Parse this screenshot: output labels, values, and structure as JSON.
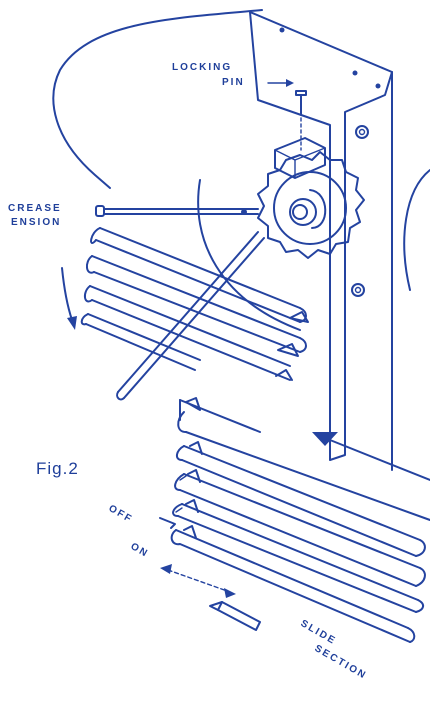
{
  "labels": {
    "locking_pin_line1": "LOCKING",
    "locking_pin_line2": "PIN",
    "crease_line1": "CREASE",
    "crease_line2": "ENSION",
    "figure": "Fig.2",
    "off": "OFF",
    "on": "ON",
    "slide_line1": "SLIDE",
    "slide_line2": "SECTION"
  },
  "colors": {
    "ink": "#2443a0",
    "paper": "#ffffff"
  }
}
